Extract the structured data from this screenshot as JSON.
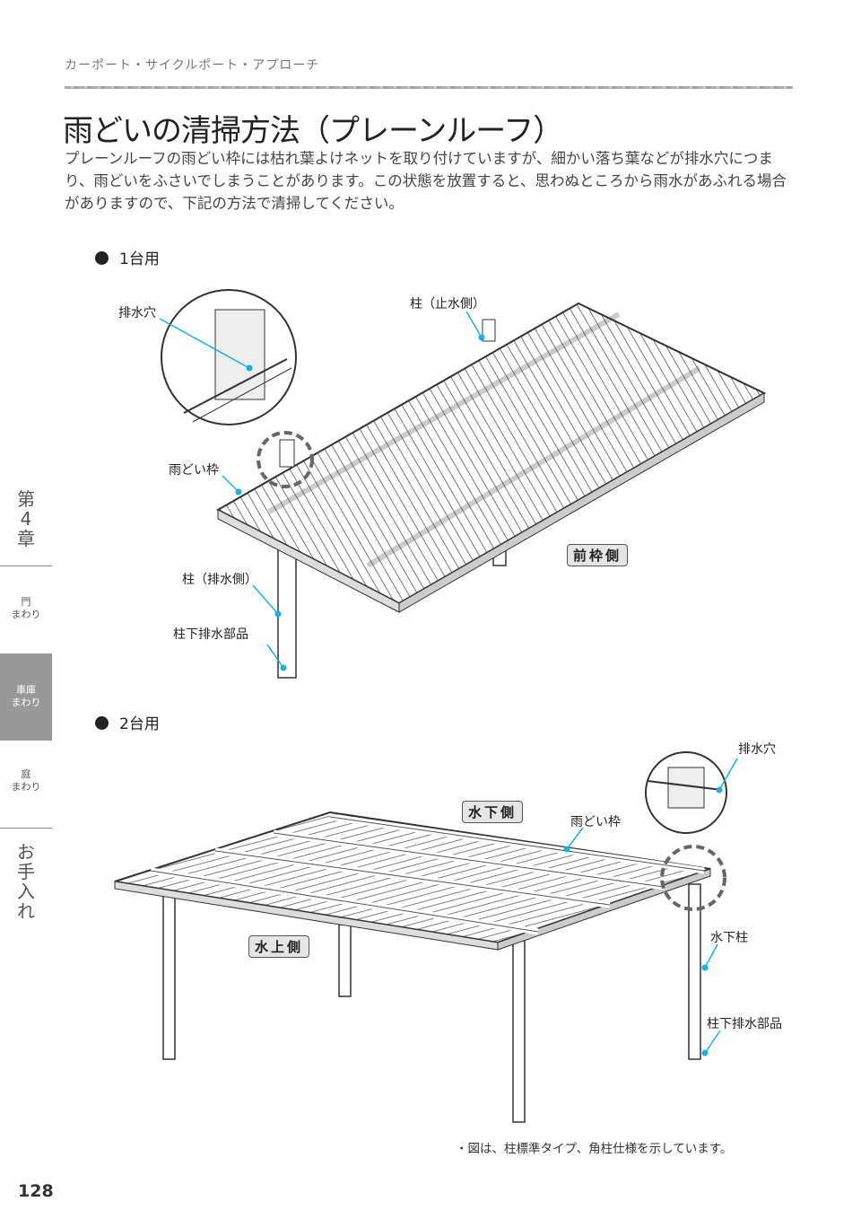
{
  "header": {
    "breadcrumb": "カーポート・サイクルポート・アプローチ"
  },
  "title": "雨どいの清掃方法（プレーンルーフ）",
  "intro": "プレーンルーフの雨どい枠には枯れ葉よけネットを取り付けていますが、細かい落ち葉などが排水穴につまり、雨どいをふさいでしまうことがあります。この状態を放置すると、思わぬところから雨水があふれる場合がありますので、下記の方法で清掃してください。",
  "section1": {
    "heading": "1台用",
    "labels": {
      "drain_hole": "排水穴",
      "post_stop": "柱（止水側）",
      "gutter_frame": "雨どい枠",
      "post_drain": "柱（排水側）",
      "post_drain_part": "柱下排水部品",
      "front_frame": "前枠側"
    }
  },
  "section2": {
    "heading": "2台用",
    "labels": {
      "drain_hole": "排水穴",
      "low_side": "水下側",
      "gutter_frame": "雨どい枠",
      "high_side": "水上側",
      "low_post": "水下柱",
      "post_drain_part": "柱下排水部品"
    }
  },
  "sidebar": {
    "chapter": [
      "第",
      "4",
      "章"
    ],
    "items": [
      {
        "line1": "門",
        "line2": "まわり"
      },
      {
        "line1": "車庫",
        "line2": "まわり",
        "active": true
      },
      {
        "line1": "庭",
        "line2": "まわり"
      }
    ],
    "care": [
      "お",
      "手",
      "入",
      "れ"
    ]
  },
  "note": "・図は、柱標準タイプ、角柱仕様を示しています。",
  "page_number": "128",
  "colors": {
    "leader": "#1ab0e0",
    "active_tab": "#999999"
  }
}
